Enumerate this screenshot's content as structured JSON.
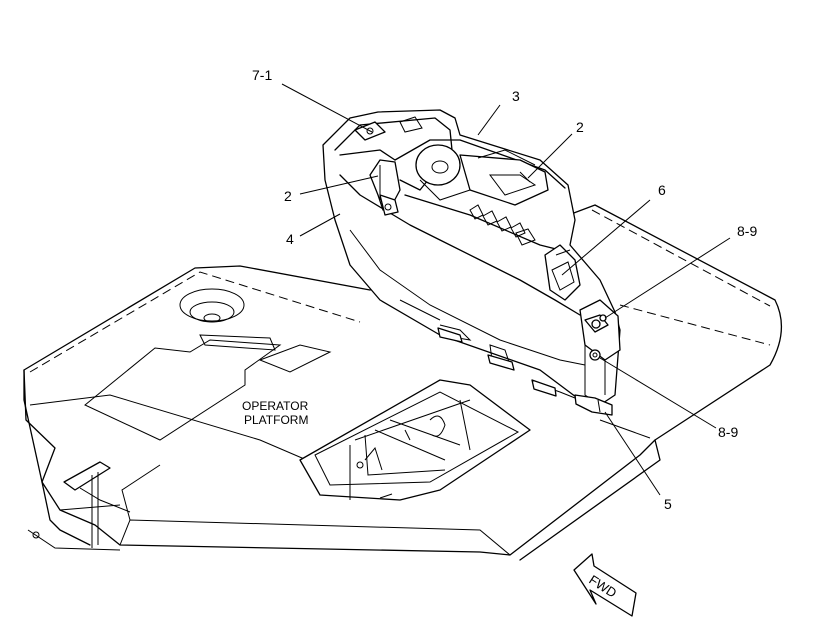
{
  "callouts": {
    "c7_1": "7-1",
    "c3": "3",
    "c2_right": "2",
    "c2_left": "2",
    "c6": "6",
    "c4": "4",
    "c8_9_top": "8-9",
    "c8_9_bottom": "8-9",
    "c5": "5"
  },
  "platform_label": {
    "line1": "OPERATOR",
    "line2": "PLATFORM"
  },
  "direction_arrow": {
    "label": "FWD",
    "icon": "fwd-arrow-icon"
  }
}
